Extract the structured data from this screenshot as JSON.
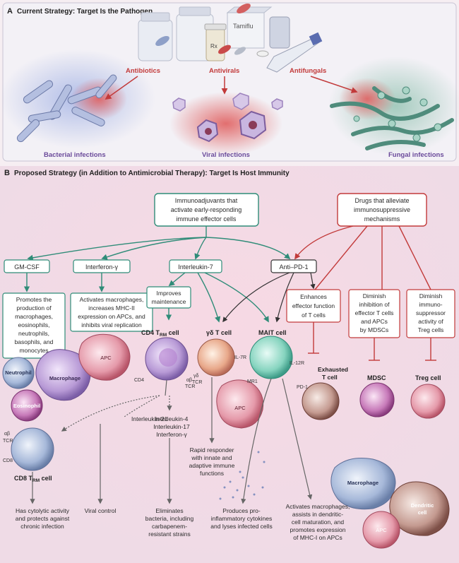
{
  "panel_a": {
    "letter": "A",
    "title": "Current Strategy: Target Is the Pathogen",
    "drug_box_label": "Tamiflu",
    "rx_label": "Rx",
    "drugs": [
      "Antibiotics",
      "Antivirals",
      "Antifungals"
    ],
    "infections": [
      "Bacterial infections",
      "Viral infections",
      "Fungal infections"
    ]
  },
  "panel_b": {
    "letter": "B",
    "title": "Proposed Strategy (in Addition to Antimicrobial Therapy): Target Is Host Immunity",
    "top_left_box": [
      "Immunoadjuvants that",
      "activate early-responding",
      "immune effector cells"
    ],
    "top_right_box": [
      "Drugs that alleviate",
      "immunosuppressive",
      "mechanisms"
    ],
    "agents": [
      "GM-CSF",
      "Interferon-γ",
      "Interleukin-7",
      "Anti–PD-1"
    ],
    "improves_box": [
      "Improves",
      "maintenance"
    ],
    "gmcsf_box": [
      "Promotes the",
      "production of",
      "macrophages,",
      "eosinophils,",
      "neutrophils,",
      "basophils, and",
      "monocytes"
    ],
    "ifn_box": [
      "Activates macrophages,",
      "increases MHC-II",
      "expression on APCs, and",
      "inhibits viral replication"
    ],
    "enhances_box": [
      "Enhances",
      "effector function",
      "of T cells"
    ],
    "mdsc_box": [
      "Diminish",
      "inhibition of",
      "effector T cells",
      "and APCs",
      "by MDSCs"
    ],
    "treg_box": [
      "Diminish",
      "immuno-",
      "suppressor",
      "activity of",
      "Treg cells"
    ],
    "cells": {
      "cd4": "CD4 T",
      "cd4_sub": "RM",
      "cd4_suffix": " cell",
      "gd": "γδ T cell",
      "mait": "MAIT cell",
      "exhausted": [
        "Exhausted",
        "T cell"
      ],
      "mdsc": "MDSC",
      "treg": "Treg cell",
      "cd8": "CD8 T",
      "cd8_sub": "RM",
      "cd8_suffix": " cell",
      "neutrophil": "Neutrophil",
      "macrophage": "Macrophage",
      "eosinophil": "Eosinophil",
      "apc": "APC",
      "dendritic": [
        "Dendritic",
        "cell"
      ]
    },
    "receptors": {
      "cd4": "CD4",
      "ab_tcr": [
        "αβ",
        "TCR"
      ],
      "gd_tcr": [
        "γδ",
        "TCR"
      ],
      "il7r": "IL-7R",
      "il12r": "IL-12R",
      "mr1": "MR1",
      "pd1": "PD-1",
      "cd8": "CD8"
    },
    "cytokines": {
      "il21": "Interleukin-21",
      "il_mix": [
        "Interleukin-4",
        "Interleukin-17",
        "Interferon-γ"
      ]
    },
    "outcomes": {
      "cd8": [
        "Has cytolytic activity",
        "and protects against",
        "chronic infection"
      ],
      "viral": "Viral control",
      "eliminates": [
        "Eliminates",
        "bacteria, including",
        "carbapenem-",
        "resistant strains"
      ],
      "rapid": [
        "Rapid responder",
        "with innate and",
        "adaptive immune",
        "functions"
      ],
      "produces": [
        "Produces pro-",
        "inflammatory cytokines",
        "and lyses infected cells"
      ],
      "activates": [
        "Activates macrophages,",
        "assists in dendritic-",
        "cell maturation, and",
        "promotes expression",
        "of MHC-I on APCs"
      ]
    }
  }
}
